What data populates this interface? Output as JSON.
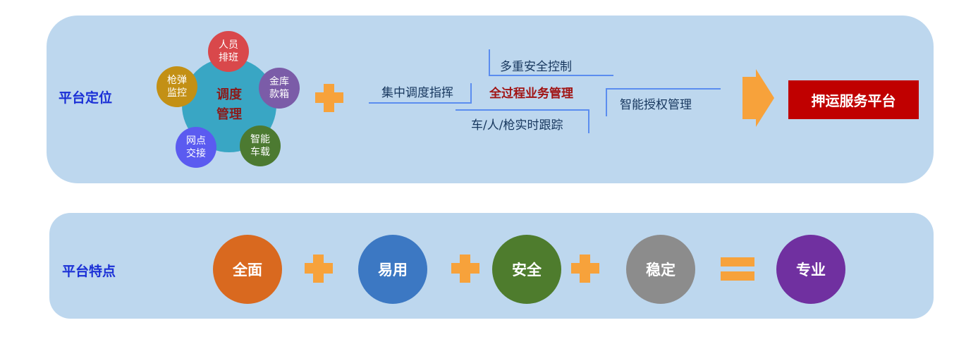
{
  "top": {
    "label": "平台定位",
    "center": [
      "调度",
      "管理"
    ],
    "satellites": [
      {
        "lines": [
          "人员",
          "排班"
        ],
        "color": "#d9484b"
      },
      {
        "lines": [
          "金库",
          "款箱"
        ],
        "color": "#7b5ca8"
      },
      {
        "lines": [
          "智能",
          "车载"
        ],
        "color": "#4c7a31"
      },
      {
        "lines": [
          "网点",
          "交接"
        ],
        "color": "#5b5bf0"
      },
      {
        "lines": [
          "枪弹",
          "监控"
        ],
        "color": "#c39015"
      }
    ],
    "center_color": "#39a6c4",
    "flow": {
      "dispatch": "集中调度指挥",
      "security": "多重安全控制",
      "process": "全过程业务管理",
      "tracking": "车/人/枪实时跟踪",
      "auth": "智能授权管理"
    },
    "result": "押运服务平台",
    "result_color": "#c00000"
  },
  "bottom": {
    "label": "平台特点",
    "features": [
      {
        "text": "全面",
        "color": "#d9691f"
      },
      {
        "text": "易用",
        "color": "#3c78c3"
      },
      {
        "text": "安全",
        "color": "#4e7c2d"
      },
      {
        "text": "稳定",
        "color": "#8c8c8c"
      }
    ],
    "result": {
      "text": "专业",
      "color": "#7030a0"
    }
  },
  "accent_color": "#f7a23b",
  "label_color": "#1a2fd6",
  "panel_color": "#bdd7ee"
}
